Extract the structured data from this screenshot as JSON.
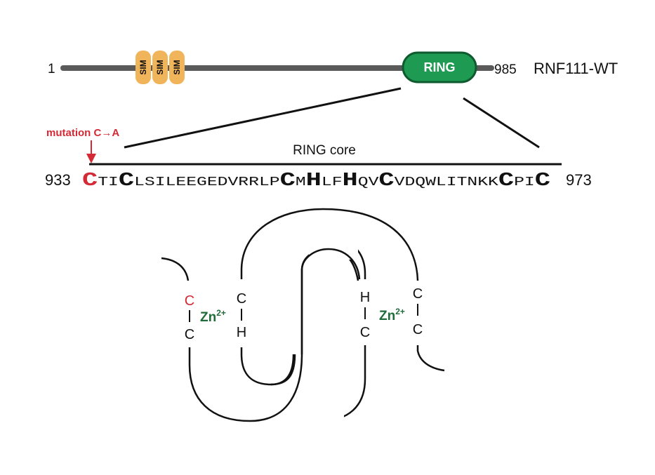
{
  "colors": {
    "backbone": "#5a5a5a",
    "sim_fill": "#f0b45a",
    "ring_fill": "#1e9a52",
    "ring_stroke": "#0f5a2e",
    "mutation": "#d42a36",
    "zinc": "#1f6b3a",
    "text": "#111111"
  },
  "domain_map": {
    "start": "1",
    "end": "985",
    "protein_name": "RNF111-WT",
    "sims": [
      {
        "label": "SIM"
      },
      {
        "label": "SIM"
      },
      {
        "label": "SIM"
      }
    ],
    "ring_label": "RING"
  },
  "mutation_label": "mutation C→A",
  "ring_core_label": "RING core",
  "sequence": {
    "start": "933",
    "end": "973",
    "mutated_residue": "C",
    "segments": [
      {
        "text": "TI",
        "bold": false
      },
      {
        "text": "C",
        "bold": true
      },
      {
        "text": "LSILEEGEDVRRLP",
        "bold": false
      },
      {
        "text": "C",
        "bold": true
      },
      {
        "text": "M",
        "bold": false
      },
      {
        "text": "H",
        "bold": true
      },
      {
        "text": "LF",
        "bold": false
      },
      {
        "text": "H",
        "bold": true
      },
      {
        "text": "QV",
        "bold": false
      },
      {
        "text": "C",
        "bold": true
      },
      {
        "text": "VDQWLITNKK",
        "bold": false
      },
      {
        "text": "C",
        "bold": true
      },
      {
        "text": "PI",
        "bold": false
      },
      {
        "text": "C",
        "bold": true
      }
    ]
  },
  "zinc_fold": {
    "site1": {
      "zn": "Zn",
      "charge": "2+",
      "left_top": "C",
      "left_bottom": "C",
      "right_top": "C",
      "right_bottom": "H"
    },
    "site2": {
      "zn": "Zn",
      "charge": "2+",
      "left_top": "H",
      "left_bottom": "C",
      "right_top": "C",
      "right_bottom": "C"
    }
  }
}
